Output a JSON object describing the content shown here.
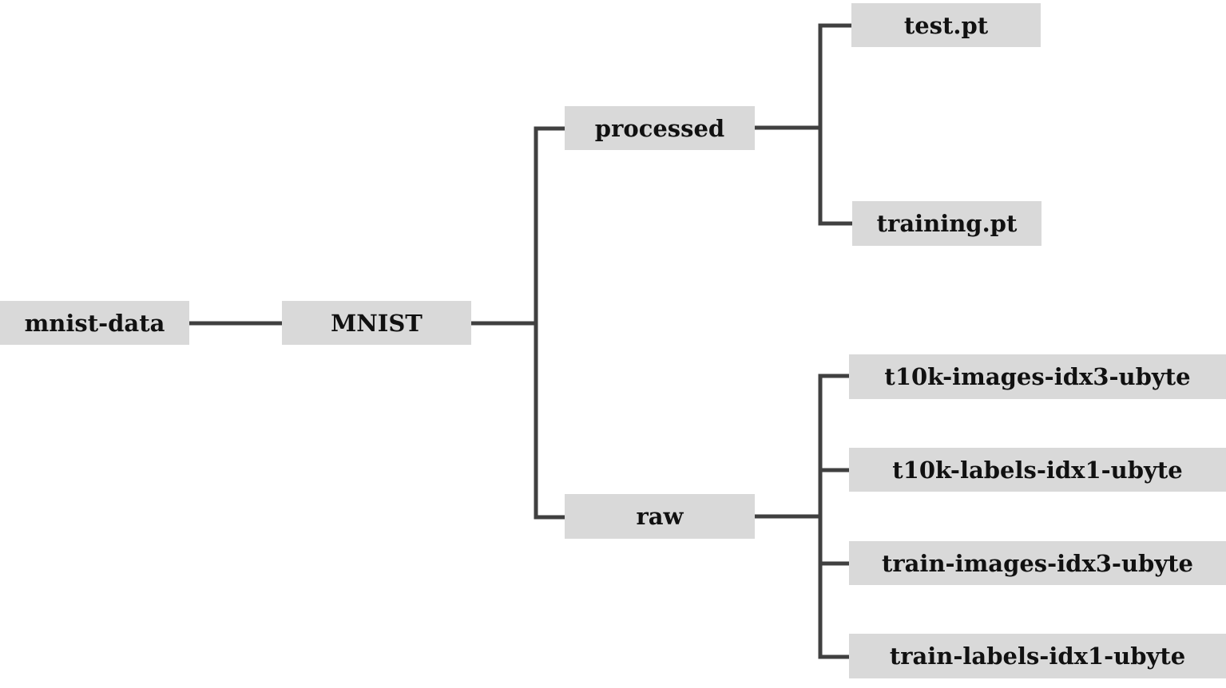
{
  "tree": {
    "root": {
      "label": "mnist-data"
    },
    "mnist": {
      "label": "MNIST"
    },
    "processed": {
      "label": "processed",
      "children": [
        {
          "label": "test.pt"
        },
        {
          "label": "training.pt"
        }
      ]
    },
    "raw": {
      "label": "raw",
      "children": [
        {
          "label": "t10k-images-idx3-ubyte"
        },
        {
          "label": "t10k-labels-idx1-ubyte"
        },
        {
          "label": "train-images-idx3-ubyte"
        },
        {
          "label": "train-labels-idx1-ubyte"
        }
      ]
    }
  },
  "colors": {
    "node_fill": "#d9d9d9",
    "connector": "#404040",
    "text": "#111111",
    "background": "#ffffff"
  }
}
